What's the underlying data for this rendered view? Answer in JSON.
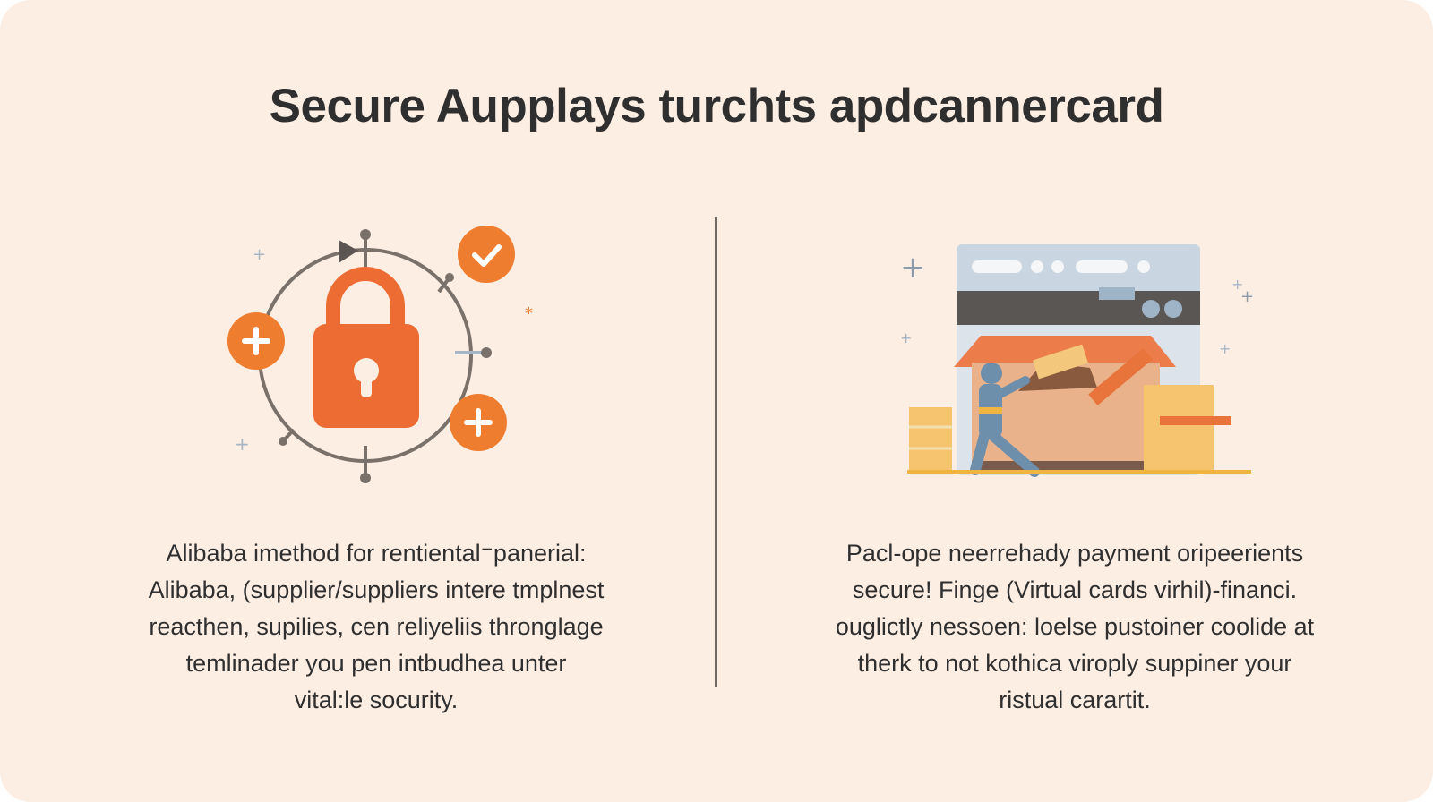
{
  "title": "Secure Aupplays turchts apdcannercard",
  "left_panel": {
    "lines": [
      "Alibaba imethod for rentiental⁻panerial:",
      "Alibaba, (supplier/suppliers intere tmplnest",
      "reacthen, supilies, cen reliyeliis thronglage",
      "temlinader you pen intbudhea unter",
      "vital:le socurity."
    ],
    "illustration_icons": [
      "padlock-icon",
      "checkmark-icon",
      "plus-icon",
      "plus-icon",
      "sparkle-icon"
    ]
  },
  "right_panel": {
    "lines": [
      "Pacl-ope neerrehady payment oripeerients",
      "secure! Finge (Virtual cards virhil)-financi.",
      "ouglictly nessoen: loelse pustoiner coolide at",
      "therk to not kothica viroply suppiner your",
      "ristual carartit."
    ],
    "illustration_icons": [
      "browser-window-icon",
      "delivery-box-icon",
      "worker-figure-icon",
      "stacked-boxes-icon",
      "sparkle-icon"
    ]
  },
  "colors": {
    "background": "#fdeee3",
    "accent": "#ef7d30",
    "text": "#2f2f2f",
    "divider": "#6f6863"
  }
}
